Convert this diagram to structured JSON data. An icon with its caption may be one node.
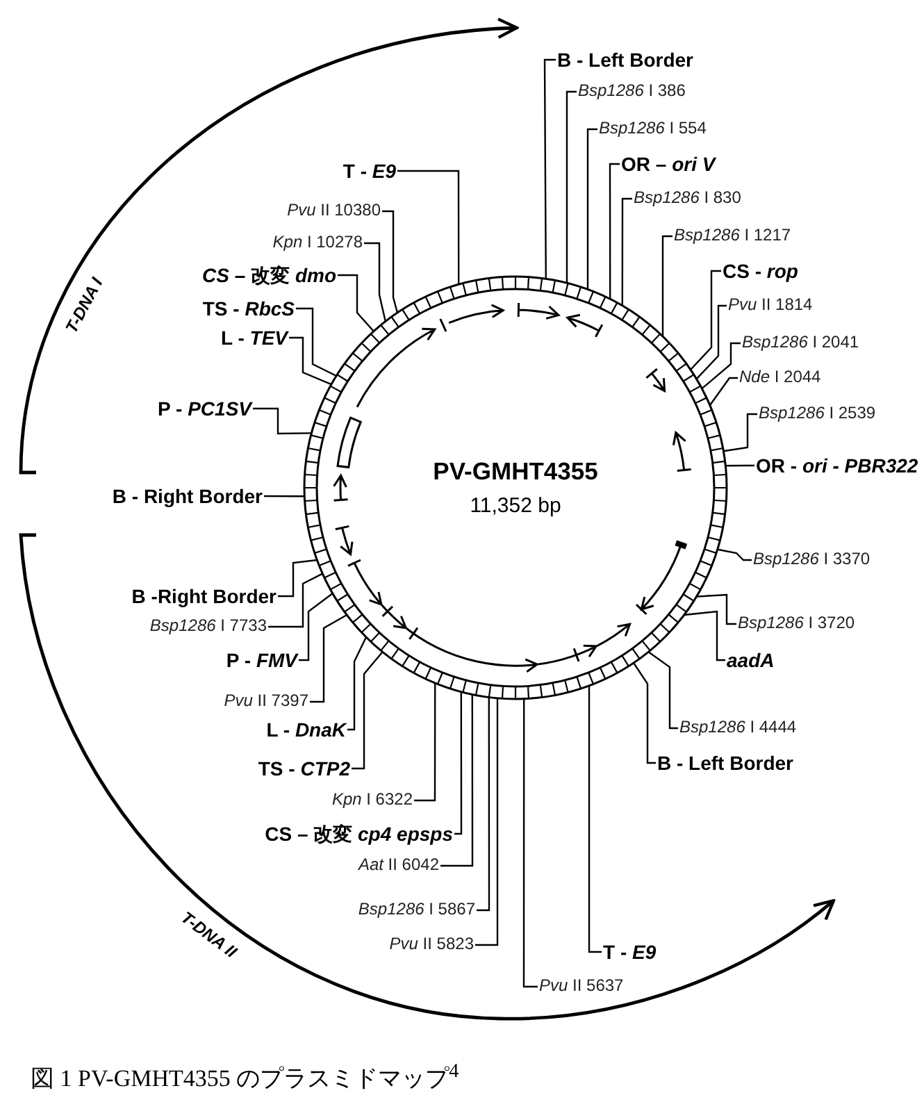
{
  "diagram": {
    "caption": "図 1 PV-GMHT4355 のプラスミドマップ$^{4}$",
    "nodes": [
      {
        "text": [
          "PV-GMHT4355",
          "11,352 bp"
        ]
      },
      {
        "text": [
          "B - Left Border"
        ]
      },
      {
        "text": [
          "*Bsp1286* I 386"
        ]
      },
      {
        "text": [
          "*Bsp1286* I 554"
        ]
      },
      {
        "text": [
          "OR – *ori V*"
        ]
      },
      {
        "text": [
          "*Bsp1286* I 830"
        ]
      },
      {
        "text": [
          "*Bsp1286* I 1217"
        ]
      },
      {
        "text": [
          "CS - *rop*"
        ]
      },
      {
        "text": [
          "*Pvu* II 1814"
        ]
      },
      {
        "text": [
          "*Bsp1286* I 2041"
        ]
      },
      {
        "text": [
          "*Nde* I 2044"
        ]
      },
      {
        "text": [
          "*Bsp1286* I 2539"
        ]
      },
      {
        "text": [
          "OR - *ori - PBR322*"
        ]
      },
      {
        "text": [
          "*Bsp1286* I 3370"
        ]
      },
      {
        "text": [
          "*Bsp1286* I 3720"
        ]
      },
      {
        "text": [
          "aadA"
        ]
      },
      {
        "text": [
          "*Bsp1286* I 4444"
        ]
      },
      {
        "text": [
          "B - Left Border"
        ]
      },
      {
        "text": [
          "T - *E9*"
        ]
      },
      {
        "text": [
          "*Pvu* II 5637"
        ]
      },
      {
        "text": [
          "*Pvu* II 5823"
        ]
      },
      {
        "text": [
          "*Bsp1286* I 5867"
        ]
      },
      {
        "text": [
          "*Aat* II 6042"
        ]
      },
      {
        "text": [
          "CS – 改変 *cp4 epsps*"
        ]
      },
      {
        "text": [
          "*Kpn* I 6322"
        ]
      },
      {
        "text": [
          "TS - *CTP2*"
        ]
      },
      {
        "text": [
          "L - *DnaK*"
        ]
      },
      {
        "text": [
          "*Pvu* II 7397"
        ]
      },
      {
        "text": [
          "P - *FMV*"
        ]
      },
      {
        "text": [
          "*Bsp1286* I 7733"
        ]
      },
      {
        "text": [
          "B -Right Border"
        ]
      },
      {
        "text": [
          "B - Right Border"
        ]
      },
      {
        "text": [
          "P - *PC1SV*"
        ]
      },
      {
        "text": [
          "L - *TEV*"
        ]
      },
      {
        "text": [
          "TS - *RbcS*"
        ]
      },
      {
        "text": [
          "*CS –* 改変 *dmo*"
        ]
      },
      {
        "text": [
          "*Kpn* I 10278"
        ]
      },
      {
        "text": [
          "*Pvu* II 10380"
        ]
      },
      {
        "text": [
          "T - *E9*"
        ]
      }
    ],
    "edges": [
      {
        "from": 1,
        "to": 0,
        "arrow": "none"
      },
      {
        "from": 2,
        "to": 0,
        "arrow": "none"
      },
      {
        "from": 3,
        "to": 0,
        "arrow": "none"
      },
      {
        "from": 4,
        "to": 0,
        "arrow": "none"
      },
      {
        "from": 5,
        "to": 0,
        "arrow": "none"
      },
      {
        "from": 6,
        "to": 0,
        "arrow": "none"
      },
      {
        "from": 7,
        "to": 0,
        "arrow": "none"
      },
      {
        "from": 8,
        "to": 0,
        "arrow": "none"
      },
      {
        "from": 9,
        "to": 0,
        "arrow": "none"
      },
      {
        "from": 10,
        "to": 0,
        "arrow": "none"
      },
      {
        "from": 11,
        "to": 0,
        "arrow": "none"
      },
      {
        "from": 12,
        "to": 0,
        "arrow": "none"
      },
      {
        "from": 13,
        "to": 0,
        "arrow": "none"
      },
      {
        "from": 14,
        "to": 0,
        "arrow": "none"
      },
      {
        "from": 15,
        "to": 0,
        "arrow": "none"
      },
      {
        "from": 16,
        "to": 0,
        "arrow": "none"
      },
      {
        "from": 17,
        "to": 0,
        "arrow": "none"
      },
      {
        "from": 18,
        "to": 0,
        "arrow": "none"
      },
      {
        "from": 19,
        "to": 0,
        "arrow": "none"
      },
      {
        "from": 20,
        "to": 0,
        "arrow": "none"
      },
      {
        "from": 21,
        "to": 0,
        "arrow": "none"
      },
      {
        "from": 22,
        "to": 0,
        "arrow": "none"
      },
      {
        "from": 23,
        "to": 0,
        "arrow": "none"
      },
      {
        "from": 24,
        "to": 0,
        "arrow": "none"
      },
      {
        "from": 25,
        "to": 0,
        "arrow": "none"
      },
      {
        "from": 26,
        "to": 0,
        "arrow": "none"
      },
      {
        "from": 27,
        "to": 0,
        "arrow": "none"
      },
      {
        "from": 28,
        "to": 0,
        "arrow": "none"
      },
      {
        "from": 29,
        "to": 0,
        "arrow": "none"
      },
      {
        "from": 30,
        "to": 0,
        "arrow": "none"
      },
      {
        "from": 31,
        "to": 0,
        "arrow": "none"
      },
      {
        "from": 32,
        "to": 0,
        "arrow": "none"
      },
      {
        "from": 33,
        "to": 0,
        "arrow": "none"
      },
      {
        "from": 34,
        "to": 0,
        "arrow": "none"
      },
      {
        "from": 35,
        "to": 0,
        "arrow": "none"
      },
      {
        "from": 36,
        "to": 0,
        "arrow": "none"
      },
      {
        "from": 37,
        "to": 0,
        "arrow": "none"
      },
      {
        "from": 38,
        "to": 0,
        "arrow": "none"
      }
    ],
    "labels": [
      "T-DNA I",
      "T-DNA II"
    ]
  }
}
